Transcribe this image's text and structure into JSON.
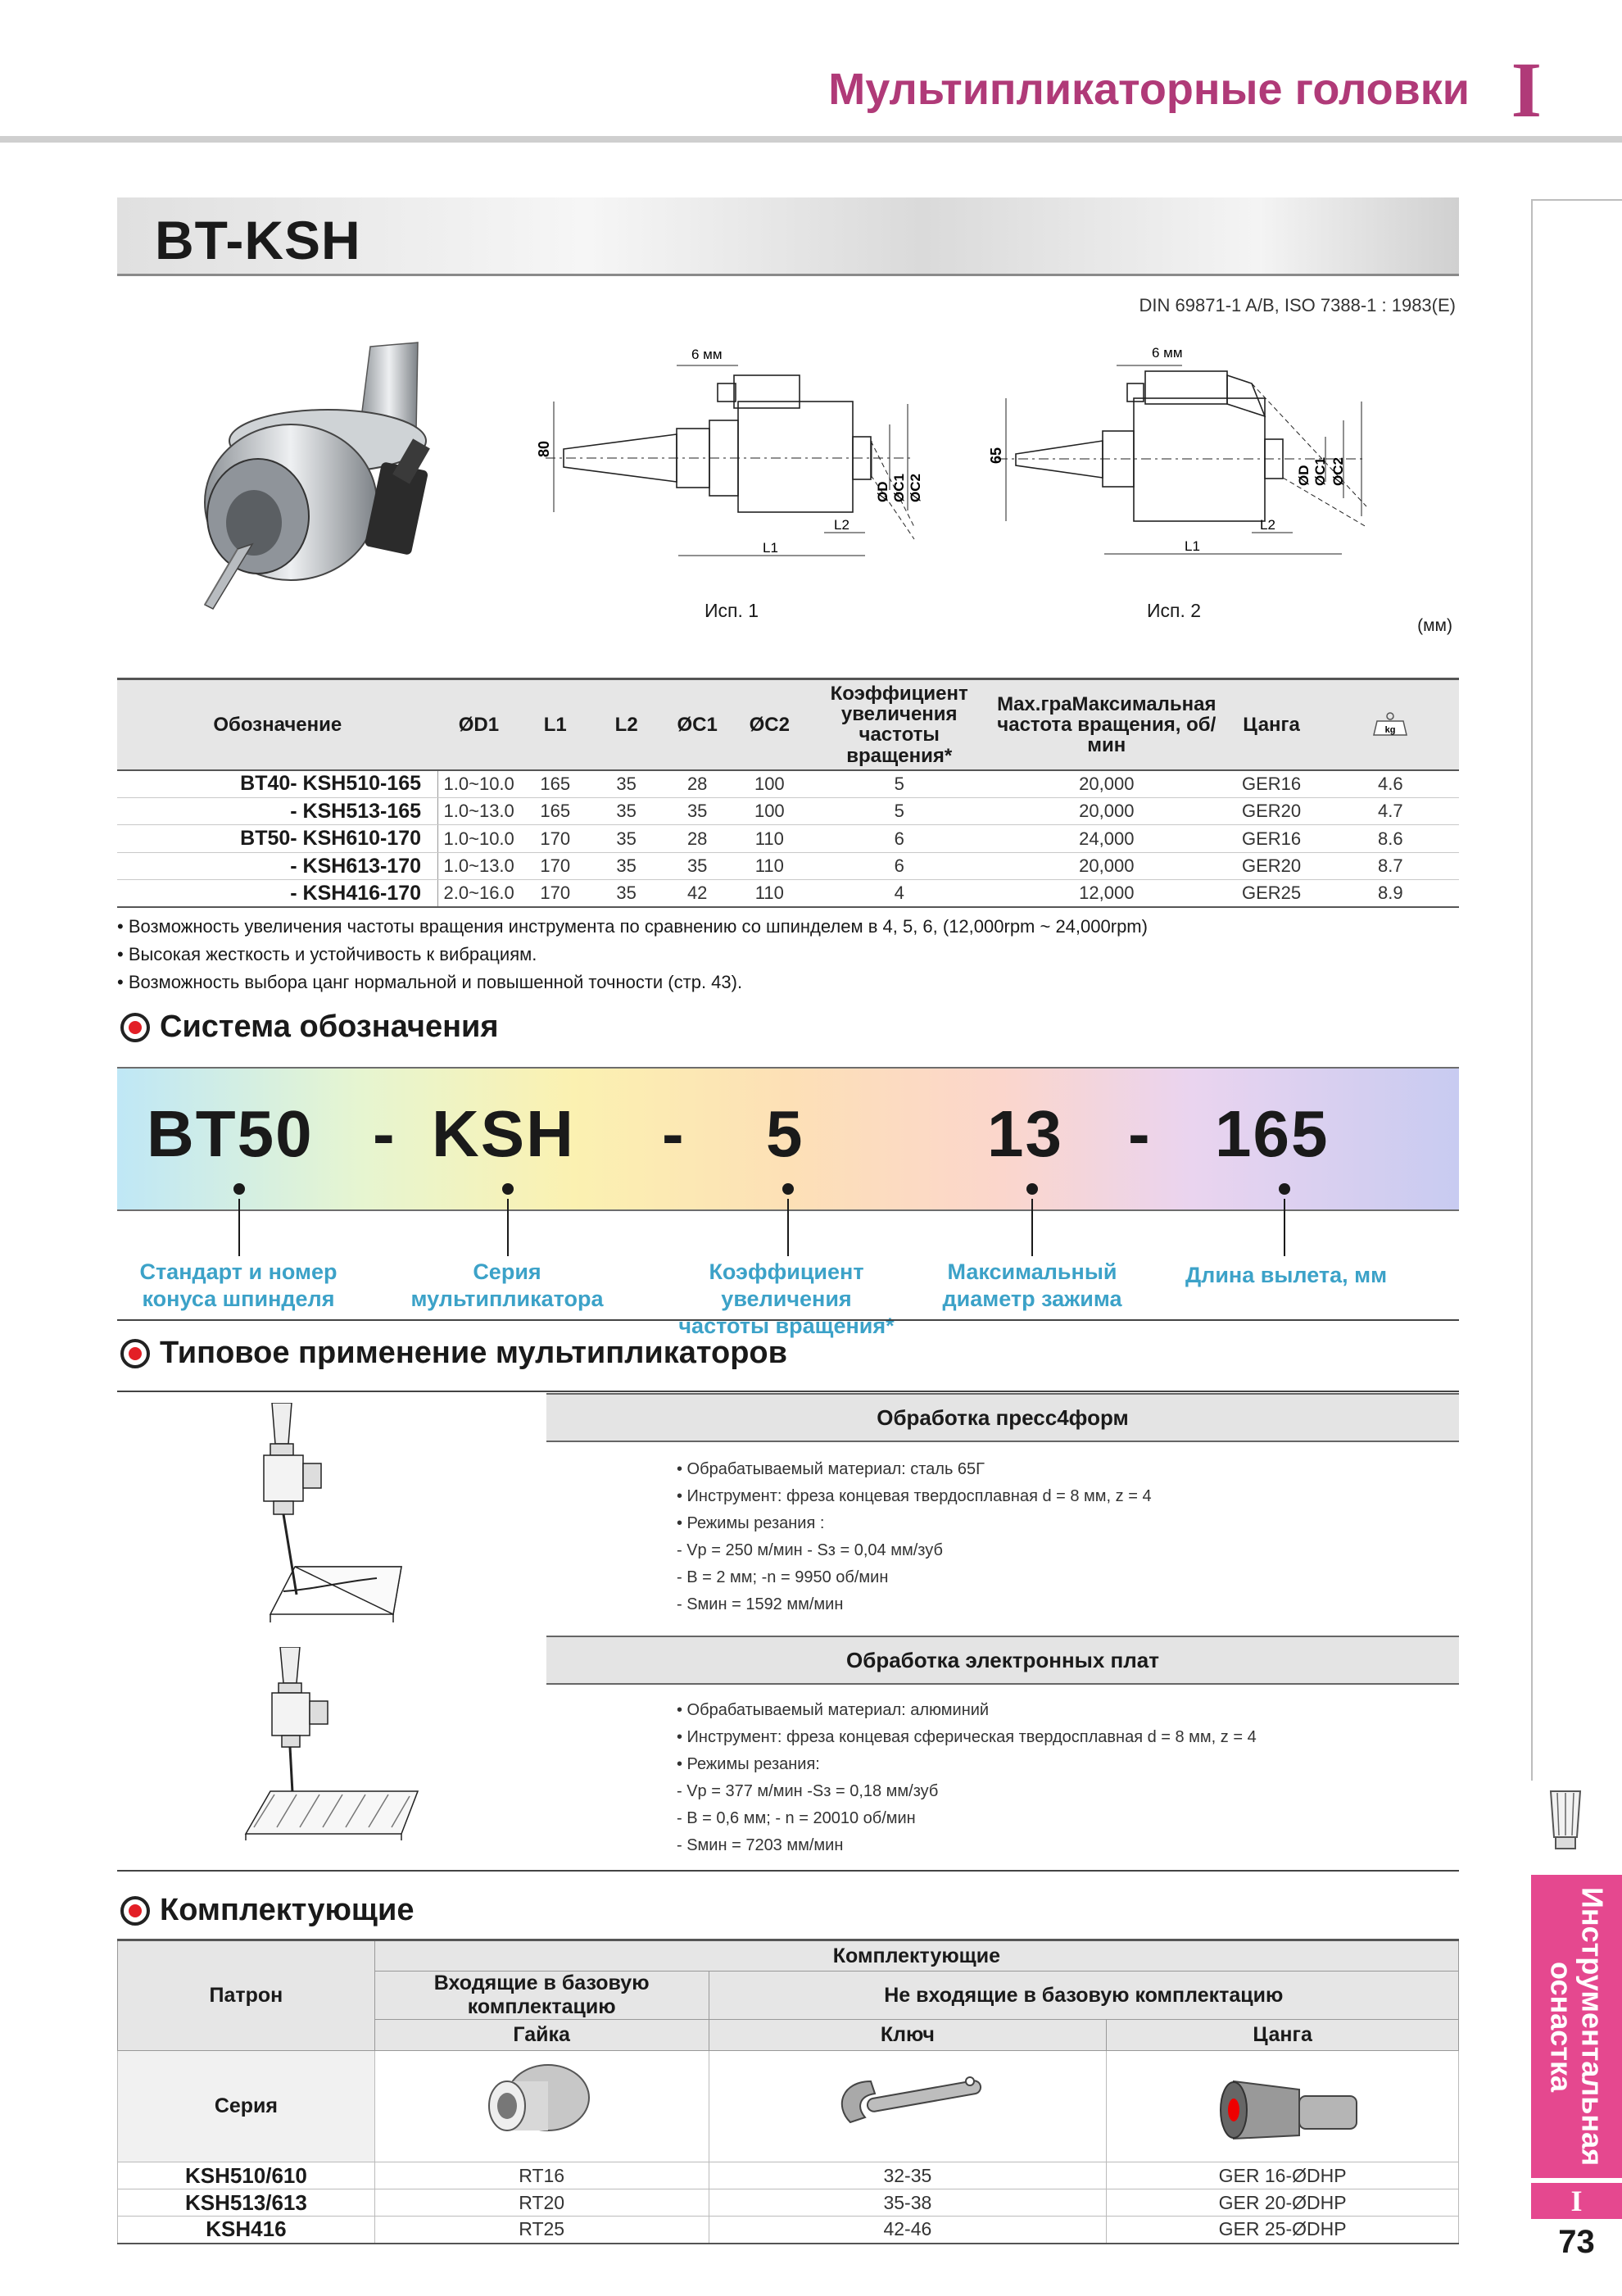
{
  "header": {
    "title": "Мультипликаторные головки",
    "roman": "I"
  },
  "sidebar": {
    "tab_label": "Инструментальная оснастка",
    "roman": "I",
    "page_number": "73"
  },
  "product": {
    "title": "BT-KSH",
    "standard": "DIN 69871-1 A/B, ISO 7388-1 : 1983(E)",
    "drawing1": {
      "caption": "Исп. 1",
      "top_dim": "6 мм",
      "height_dim": "80",
      "labels": [
        "ØD",
        "ØC1",
        "ØC2",
        "L2",
        "L1"
      ]
    },
    "drawing2": {
      "caption": "Исп. 2",
      "top_dim": "6 мм",
      "height_dim": "65",
      "labels": [
        "ØD",
        "ØC1",
        "ØC2",
        "L2",
        "L1"
      ]
    },
    "units": "(мм)"
  },
  "spec_table": {
    "headers": [
      "Обозначение",
      "ØD1",
      "L1",
      "L2",
      "ØC1",
      "ØC2",
      "Коэффициент увеличения частоты вращения*",
      "Max.граМаксимальная частота вращения, об/мин",
      "Цанга",
      "kg"
    ],
    "rows": [
      [
        "BT40- KSH510-165",
        "1.0~10.0",
        "165",
        "35",
        "28",
        "100",
        "5",
        "20,000",
        "GER16",
        "4.6"
      ],
      [
        "- KSH513-165",
        "1.0~13.0",
        "165",
        "35",
        "35",
        "100",
        "5",
        "20,000",
        "GER20",
        "4.7"
      ],
      [
        "BT50- KSH610-170",
        "1.0~10.0",
        "170",
        "35",
        "28",
        "110",
        "6",
        "24,000",
        "GER16",
        "8.6"
      ],
      [
        "- KSH613-170",
        "1.0~13.0",
        "170",
        "35",
        "35",
        "110",
        "6",
        "20,000",
        "GER20",
        "8.7"
      ],
      [
        "- KSH416-170",
        "2.0~16.0",
        "170",
        "35",
        "42",
        "110",
        "4",
        "12,000",
        "GER25",
        "8.9"
      ]
    ]
  },
  "notes": [
    "• Возможность увеличения частоты вращения инструмента по сравнению со шпинделем в 4, 5, 6, (12,000rpm ~ 24,000rpm)",
    "• Высокая жесткость и устойчивость к вибрациям.",
    "• Возможность выбора цанг нормальной и повышенной точности (стр. 43)."
  ],
  "designation": {
    "heading": "Система обозначения",
    "parts": [
      "BT50",
      "-",
      "KSH",
      "-",
      "5",
      "13",
      "-",
      "165"
    ],
    "labels": [
      [
        "Стандарт и номер",
        "конуса шпинделя"
      ],
      [
        "Серия",
        "мультипликатора"
      ],
      [
        "Коэффициент увеличения",
        "частоты вращения*"
      ],
      [
        "Максимальный",
        "диаметр зажима"
      ],
      [
        "Длина вылета, мм"
      ]
    ]
  },
  "applications": {
    "heading": "Типовое применение мультипликаторов",
    "items": [
      {
        "title": "Обработка пресс4форм",
        "lines": [
          "• Обрабатываемый материал: сталь 65Г",
          "• Инструмент: фреза концевая твердосплавная d = 8 мм, z = 4",
          "• Режимы резания :",
          "- Vp = 250 м/мин       - Sз = 0,04 мм/зуб",
          "- B = 2 мм; -n = 9950 об/мин",
          "- Sмин = 1592 мм/мин"
        ]
      },
      {
        "title": "Обработка электронных плат",
        "lines": [
          "• Обрабатываемый материал: алюминий",
          "• Инструмент: фреза концевая сферическая твердосплавная d = 8 мм, z = 4",
          "• Режимы резания:",
          "- Vp = 377 м/мин    -Sз = 0,18 мм/зуб",
          "- B = 0,6 мм;            - n = 20010 об/мин",
          "- Sмин = 7203 мм/мин"
        ]
      }
    ]
  },
  "accessories": {
    "heading": "Комплектующие",
    "group_title": "Комплектующие",
    "col_chuck": "Патрон",
    "col_included": "Входящие в базовую комплектацию",
    "col_not_included": "Не входящие в базовую комплектацию",
    "col_nut": "Гайка",
    "col_key": "Ключ",
    "col_collet": "Цанга",
    "series_label": "Серия",
    "rows": [
      [
        "KSH510/610",
        "RT16",
        "32-35",
        "GER 16-ØDHP"
      ],
      [
        "KSH513/613",
        "RT20",
        "35-38",
        "GER 20-ØDHP"
      ],
      [
        "KSH416",
        "RT25",
        "42-46",
        "GER 25-ØDHP"
      ]
    ]
  }
}
